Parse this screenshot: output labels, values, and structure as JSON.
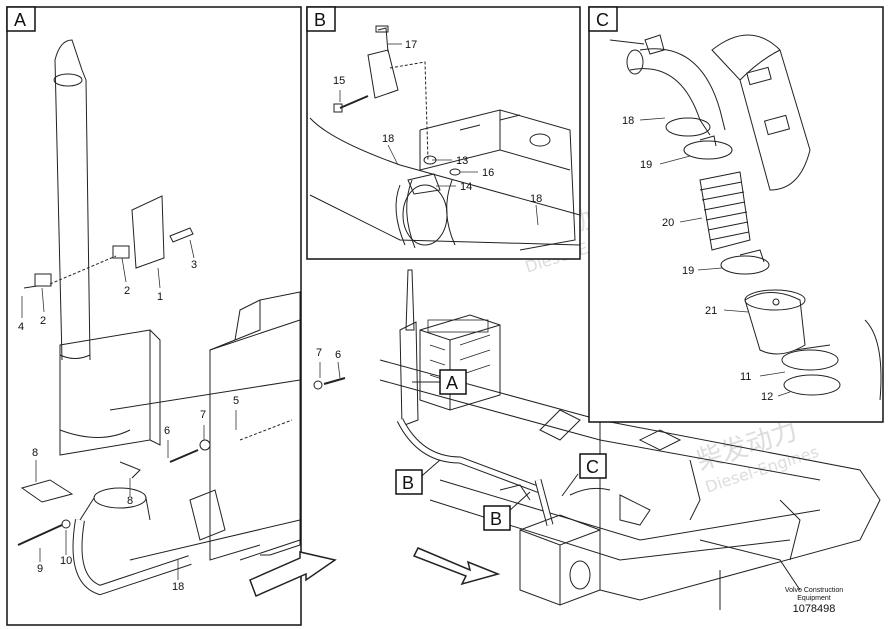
{
  "panels": {
    "a": {
      "tag": "A"
    },
    "b": {
      "tag": "B"
    },
    "c": {
      "tag": "C"
    }
  },
  "labels": {
    "a": [
      "1",
      "2",
      "2",
      "3",
      "4",
      "5",
      "6",
      "6",
      "7",
      "7",
      "8",
      "8",
      "9",
      "10",
      "18"
    ],
    "b": [
      "13",
      "14",
      "15",
      "16",
      "17",
      "18",
      "18"
    ],
    "c": [
      "11",
      "12",
      "18",
      "19",
      "19",
      "20",
      "21"
    ]
  },
  "callouts": {
    "a": "A",
    "b1": "B",
    "b2": "B",
    "c": "C"
  },
  "watermark": {
    "cn": "柴发动力",
    "en": "Diesel-Engines"
  },
  "footer": {
    "line1": "Volvo Construction",
    "line2": "Equipment",
    "number": "1078498"
  }
}
